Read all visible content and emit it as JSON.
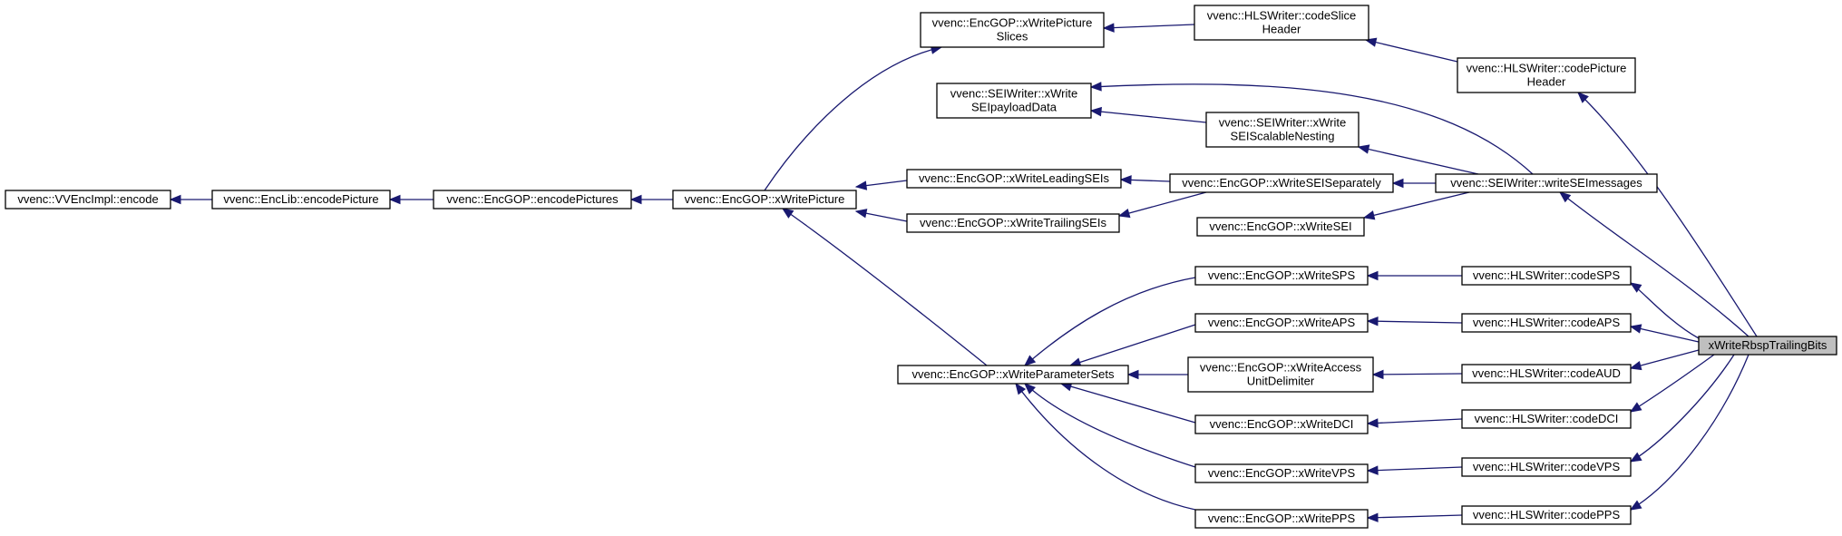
{
  "graph": {
    "root": "xWriteRbspTrailingBits",
    "nodes": [
      {
        "id": "vvencimpl_encode",
        "lines": [
          "vvenc::VVEncImpl::encode"
        ]
      },
      {
        "id": "enclib_encodepicture",
        "lines": [
          "vvenc::EncLib::encodePicture"
        ]
      },
      {
        "id": "encgop_encodepictures",
        "lines": [
          "vvenc::EncGOP::encodePictures"
        ]
      },
      {
        "id": "encgop_xwritepicture",
        "lines": [
          "vvenc::EncGOP::xWritePicture"
        ]
      },
      {
        "id": "encgop_xwritepictureslices",
        "lines": [
          "vvenc::EncGOP::xWritePicture",
          "Slices"
        ]
      },
      {
        "id": "hlswriter_codesliceheader",
        "lines": [
          "vvenc::HLSWriter::codeSlice",
          "Header"
        ]
      },
      {
        "id": "hlswriter_codepictureheader",
        "lines": [
          "vvenc::HLSWriter::codePicture",
          "Header"
        ]
      },
      {
        "id": "seiwriter_xwriteseipayloaddata",
        "lines": [
          "vvenc::SEIWriter::xWrite",
          "SEIpayloadData"
        ]
      },
      {
        "id": "seiwriter_xwriteseiscalablenesting",
        "lines": [
          "vvenc::SEIWriter::xWrite",
          "SEIScalableNesting"
        ]
      },
      {
        "id": "encgop_xwriteleadingseis",
        "lines": [
          "vvenc::EncGOP::xWriteLeadingSEIs"
        ]
      },
      {
        "id": "encgop_xwritetrailingseis",
        "lines": [
          "vvenc::EncGOP::xWriteTrailingSEIs"
        ]
      },
      {
        "id": "encgop_xwriteseiseparately",
        "lines": [
          "vvenc::EncGOP::xWriteSEISeparately"
        ]
      },
      {
        "id": "encgop_xwritesei",
        "lines": [
          "vvenc::EncGOP::xWriteSEI"
        ]
      },
      {
        "id": "seiwriter_writeseimessages",
        "lines": [
          "vvenc::SEIWriter::writeSEImessages"
        ]
      },
      {
        "id": "encgop_xwriteparametersets",
        "lines": [
          "vvenc::EncGOP::xWriteParameterSets"
        ]
      },
      {
        "id": "encgop_xwritesps",
        "lines": [
          "vvenc::EncGOP::xWriteSPS"
        ]
      },
      {
        "id": "encgop_xwriteaps",
        "lines": [
          "vvenc::EncGOP::xWriteAPS"
        ]
      },
      {
        "id": "encgop_xwriteaccessunitdelimiter",
        "lines": [
          "vvenc::EncGOP::xWriteAccess",
          "UnitDelimiter"
        ]
      },
      {
        "id": "encgop_xwritedci",
        "lines": [
          "vvenc::EncGOP::xWriteDCI"
        ]
      },
      {
        "id": "encgop_xwritevps",
        "lines": [
          "vvenc::EncGOP::xWriteVPS"
        ]
      },
      {
        "id": "encgop_xwritepps",
        "lines": [
          "vvenc::EncGOP::xWritePPS"
        ]
      },
      {
        "id": "hlswriter_codesps",
        "lines": [
          "vvenc::HLSWriter::codeSPS"
        ]
      },
      {
        "id": "hlswriter_codeaps",
        "lines": [
          "vvenc::HLSWriter::codeAPS"
        ]
      },
      {
        "id": "hlswriter_codeaud",
        "lines": [
          "vvenc::HLSWriter::codeAUD"
        ]
      },
      {
        "id": "hlswriter_codedci",
        "lines": [
          "vvenc::HLSWriter::codeDCI"
        ]
      },
      {
        "id": "hlswriter_codevps",
        "lines": [
          "vvenc::HLSWriter::codeVPS"
        ]
      },
      {
        "id": "hlswriter_codepps",
        "lines": [
          "vvenc::HLSWriter::codePPS"
        ]
      },
      {
        "id": "xwriterbsptrailingbits",
        "lines": [
          "xWriteRbspTrailingBits"
        ],
        "root": true
      }
    ],
    "edges": [
      {
        "from": "enclib_encodepicture",
        "to": "vvencimpl_encode"
      },
      {
        "from": "encgop_encodepictures",
        "to": "enclib_encodepicture"
      },
      {
        "from": "encgop_xwritepicture",
        "to": "encgop_encodepictures"
      },
      {
        "from": "encgop_xwritepictureslices",
        "to": "encgop_xwritepicture"
      },
      {
        "from": "encgop_xwriteleadingseis",
        "to": "encgop_xwritepicture"
      },
      {
        "from": "encgop_xwritetrailingseis",
        "to": "encgop_xwritepicture"
      },
      {
        "from": "encgop_xwriteparametersets",
        "to": "encgop_xwritepicture"
      },
      {
        "from": "hlswriter_codesliceheader",
        "to": "encgop_xwritepictureslices"
      },
      {
        "from": "hlswriter_codepictureheader",
        "to": "hlswriter_codesliceheader"
      },
      {
        "from": "xwriterbsptrailingbits",
        "to": "hlswriter_codepictureheader"
      },
      {
        "from": "seiwriter_writeseimessages",
        "to": "seiwriter_xwriteseipayloaddata"
      },
      {
        "from": "seiwriter_xwriteseiscalablenesting",
        "to": "seiwriter_xwriteseipayloaddata"
      },
      {
        "from": "seiwriter_writeseimessages",
        "to": "seiwriter_xwriteseiscalablenesting"
      },
      {
        "from": "encgop_xwriteseiseparately",
        "to": "encgop_xwriteleadingseis"
      },
      {
        "from": "encgop_xwriteseiseparately",
        "to": "encgop_xwritetrailingseis"
      },
      {
        "from": "seiwriter_writeseimessages",
        "to": "encgop_xwriteseiseparately"
      },
      {
        "from": "seiwriter_writeseimessages",
        "to": "encgop_xwritesei"
      },
      {
        "from": "xwriterbsptrailingbits",
        "to": "seiwriter_writeseimessages"
      },
      {
        "from": "encgop_xwritesps",
        "to": "encgop_xwriteparametersets"
      },
      {
        "from": "encgop_xwriteaps",
        "to": "encgop_xwriteparametersets"
      },
      {
        "from": "encgop_xwriteaccessunitdelimiter",
        "to": "encgop_xwriteparametersets"
      },
      {
        "from": "encgop_xwritedci",
        "to": "encgop_xwriteparametersets"
      },
      {
        "from": "encgop_xwritevps",
        "to": "encgop_xwriteparametersets"
      },
      {
        "from": "encgop_xwritepps",
        "to": "encgop_xwriteparametersets"
      },
      {
        "from": "hlswriter_codesps",
        "to": "encgop_xwritesps"
      },
      {
        "from": "hlswriter_codeaps",
        "to": "encgop_xwriteaps"
      },
      {
        "from": "hlswriter_codeaud",
        "to": "encgop_xwriteaccessunitdelimiter"
      },
      {
        "from": "hlswriter_codedci",
        "to": "encgop_xwritedci"
      },
      {
        "from": "hlswriter_codevps",
        "to": "encgop_xwritevps"
      },
      {
        "from": "hlswriter_codepps",
        "to": "encgop_xwritepps"
      },
      {
        "from": "xwriterbsptrailingbits",
        "to": "hlswriter_codesps"
      },
      {
        "from": "xwriterbsptrailingbits",
        "to": "hlswriter_codeaps"
      },
      {
        "from": "xwriterbsptrailingbits",
        "to": "hlswriter_codeaud"
      },
      {
        "from": "xwriterbsptrailingbits",
        "to": "hlswriter_codedci"
      },
      {
        "from": "xwriterbsptrailingbits",
        "to": "hlswriter_codevps"
      },
      {
        "from": "xwriterbsptrailingbits",
        "to": "hlswriter_codepps"
      }
    ]
  }
}
